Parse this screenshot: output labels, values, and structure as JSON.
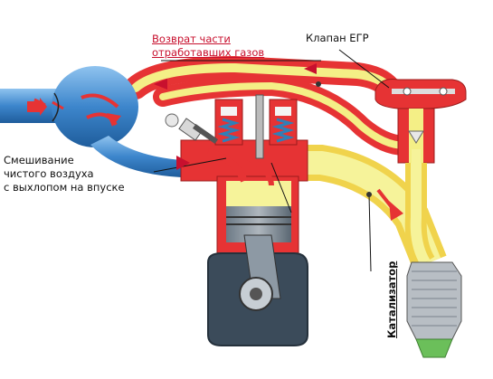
{
  "labels": {
    "exhaust_return": [
      "Возврат части",
      "отработавших газов"
    ],
    "egr_valve": "Клапан ЕГР",
    "mixing": [
      "Смешивание",
      "чистого воздуха",
      "с выхлопом на впуске"
    ],
    "catalyst": "Катализатор"
  },
  "colors": {
    "intake_blue": "#3d86cc",
    "exhaust_red": "#e63334",
    "exhaust_yellow": "#f2ee6e",
    "engine_gray": "#3b4b5a",
    "label_red": "#c8102e"
  }
}
